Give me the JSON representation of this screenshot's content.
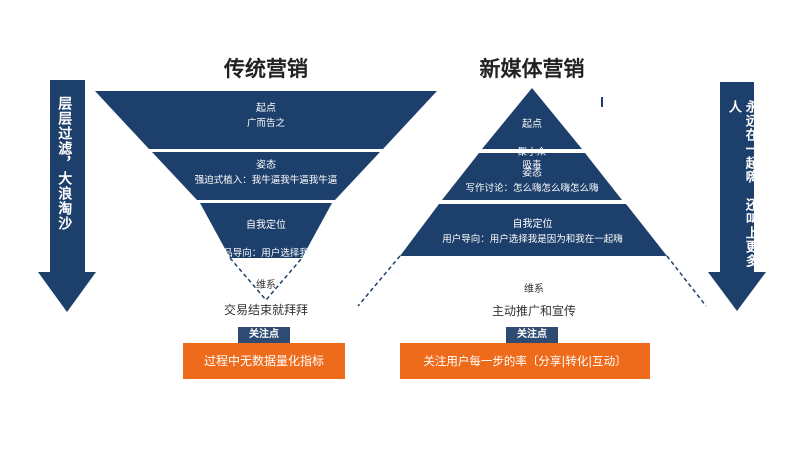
{
  "left_arrow": {
    "text": "层层过滤，大浪淘沙"
  },
  "right_arrow": {
    "text": "永远在一起嗨，还叫上更多人"
  },
  "traditional": {
    "title": "传统营销",
    "layers": [
      {
        "label": "起点",
        "desc": "广而告之"
      },
      {
        "label": "姿态",
        "desc": "强迫式植入：我牛逼我牛逼我牛逼"
      },
      {
        "label": "自我定位",
        "desc": "产品导向：用户选择我是\n因为我牛逼"
      }
    ],
    "maintain": "维系",
    "maintain_desc": "交易结束就拜拜",
    "focus_tag": "关注点",
    "focus_text": "过程中无数据量化指标"
  },
  "newmedia": {
    "title": "新媒体营销",
    "layers": [
      {
        "label": "起点",
        "desc": "聚小众\n吸毒"
      },
      {
        "label": "姿态",
        "desc": "写作讨论：怎么嗨怎么嗨怎么嗨"
      },
      {
        "label": "自我定位",
        "desc": "用户导向：用户选择我是因为和我在一起嗨"
      }
    ],
    "maintain": "维系",
    "maintain_desc": "主动推广和宣传",
    "focus_tag": "关注点",
    "focus_text": "关注用户每一步的率〔分享|转化|互动〕"
  },
  "colors": {
    "navy": "#1d3f6b",
    "orange": "#ef6b1c",
    "tag": "#2e4b74"
  }
}
